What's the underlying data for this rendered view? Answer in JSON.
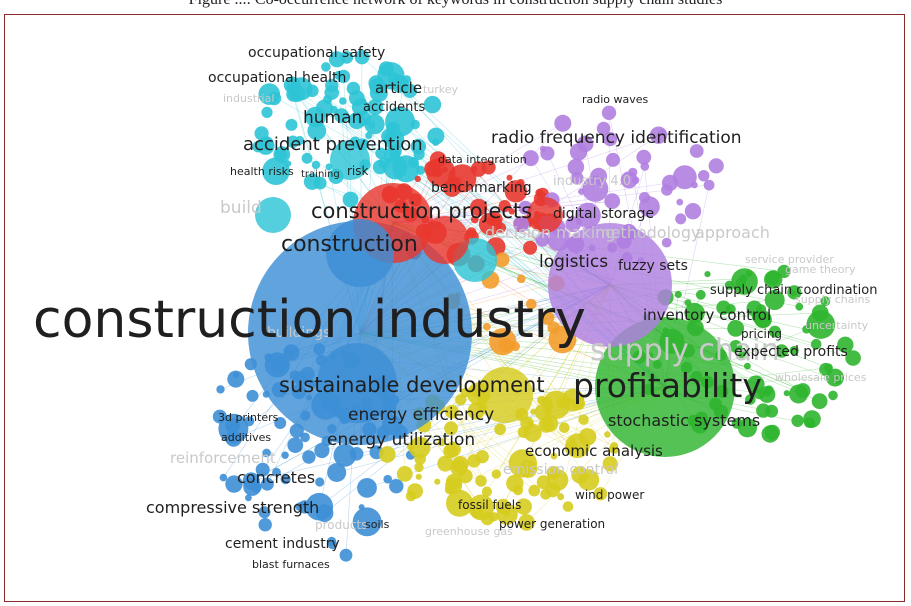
{
  "caption": "Figure ...: Co-occurrence network of keywords in construction supply chain studies",
  "colors": {
    "cluster_blue": "#3d8fd6",
    "cluster_cyan": "#2ec4d6",
    "cluster_red": "#e8382f",
    "cluster_purple": "#b07fe0",
    "cluster_green": "#2fb52f",
    "cluster_yellow": "#d6cc1f",
    "cluster_orange": "#f39c2b",
    "frame_border": "#8b2a2a"
  },
  "terms": [
    {
      "text": "construction industry",
      "cluster": "blue"
    },
    {
      "text": "profitability",
      "cluster": "green"
    },
    {
      "text": "construction",
      "cluster": "blue"
    },
    {
      "text": "construction projects",
      "cluster": "red"
    },
    {
      "text": "sustainable development",
      "cluster": "blue"
    },
    {
      "text": "logistics",
      "cluster": "purple"
    },
    {
      "text": "fuzzy sets",
      "cluster": "purple"
    },
    {
      "text": "radio frequency identification",
      "cluster": "purple"
    },
    {
      "text": "accident prevention",
      "cluster": "cyan"
    },
    {
      "text": "human",
      "cluster": "cyan"
    },
    {
      "text": "article",
      "cluster": "cyan"
    },
    {
      "text": "occupational safety",
      "cluster": "cyan"
    },
    {
      "text": "occupational health",
      "cluster": "cyan"
    },
    {
      "text": "accidents",
      "cluster": "cyan"
    },
    {
      "text": "energy utilization",
      "cluster": "blue"
    },
    {
      "text": "energy efficiency",
      "cluster": "blue"
    },
    {
      "text": "economic analysis",
      "cluster": "yellow"
    },
    {
      "text": "stochastic systems",
      "cluster": "green"
    },
    {
      "text": "inventory control",
      "cluster": "green"
    },
    {
      "text": "expected profits",
      "cluster": "green"
    },
    {
      "text": "supply chain coordination",
      "cluster": "green"
    },
    {
      "text": "pricing",
      "cluster": "green"
    },
    {
      "text": "concretes",
      "cluster": "blue"
    },
    {
      "text": "compressive strength",
      "cluster": "blue"
    },
    {
      "text": "cement industry",
      "cluster": "blue"
    },
    {
      "text": "blast furnaces",
      "cluster": "blue"
    },
    {
      "text": "3d printers",
      "cluster": "blue"
    },
    {
      "text": "additives",
      "cluster": "blue"
    },
    {
      "text": "soils",
      "cluster": "blue"
    },
    {
      "text": "digital storage",
      "cluster": "purple"
    },
    {
      "text": "industry 4.0",
      "cluster": "red"
    },
    {
      "text": "benchmarking",
      "cluster": "red"
    },
    {
      "text": "data integration",
      "cluster": "red"
    },
    {
      "text": "radio waves",
      "cluster": "purple"
    },
    {
      "text": "health risks",
      "cluster": "cyan"
    },
    {
      "text": "training",
      "cluster": "cyan"
    },
    {
      "text": "risk",
      "cluster": "cyan"
    },
    {
      "text": "turkey",
      "cluster": "cyan"
    },
    {
      "text": "wind power",
      "cluster": "yellow"
    },
    {
      "text": "fossil fuels",
      "cluster": "yellow"
    },
    {
      "text": "power generation",
      "cluster": "yellow"
    },
    {
      "text": "service provider",
      "cluster": "green"
    },
    {
      "text": "uncertainty",
      "cluster": "green"
    },
    {
      "text": "wholesale prices",
      "cluster": "green"
    },
    {
      "text": "supply chains",
      "cluster": "green"
    },
    {
      "text": "game theory",
      "cluster": "green"
    },
    {
      "text": "supply chain",
      "cluster": "green"
    },
    {
      "text": "buildings",
      "cluster": "blue"
    },
    {
      "text": "reinforcement",
      "cluster": "blue"
    },
    {
      "text": "products",
      "cluster": "blue"
    },
    {
      "text": "greenhouse gas",
      "cluster": "yellow"
    },
    {
      "text": "emission control",
      "cluster": "yellow"
    },
    {
      "text": "decision making",
      "cluster": "purple"
    },
    {
      "text": "methodology",
      "cluster": "purple"
    },
    {
      "text": "approach",
      "cluster": "purple"
    },
    {
      "text": "industrial",
      "cluster": "cyan"
    },
    {
      "text": "build",
      "cluster": "cyan"
    }
  ]
}
